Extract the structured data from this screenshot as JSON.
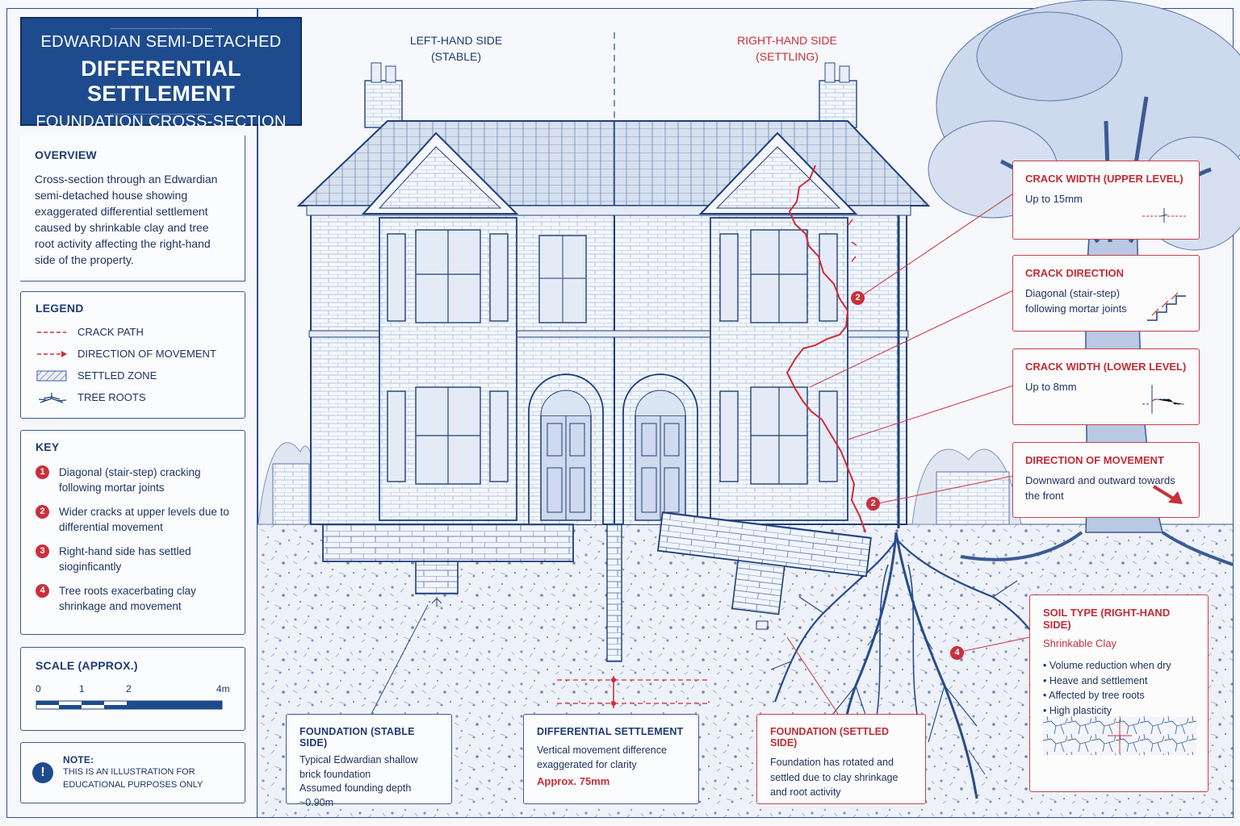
{
  "title": {
    "line1": "EDWARDIAN SEMI-DETACHED",
    "line2": "DIFFERENTIAL SETTLEMENT",
    "line3": "FOUNDATION CROSS-SECTION"
  },
  "overview": {
    "heading": "OVERVIEW",
    "text": "Cross-section through an Edwardian semi-detached house showing exaggerated differential settlement caused by shrinkable clay and tree root activity affecting the right-hand side of the property."
  },
  "legend": {
    "heading": "LEGEND",
    "items": [
      {
        "label": "CRACK PATH",
        "icon": "dashed-line-icon"
      },
      {
        "label": "DIRECTION OF MOVEMENT",
        "icon": "arrow-right-icon"
      },
      {
        "label": "SETTLED ZONE",
        "icon": "hatch-icon"
      },
      {
        "label": "TREE ROOTS",
        "icon": "roots-icon"
      }
    ]
  },
  "key": {
    "heading": "KEY",
    "items": [
      {
        "num": "1",
        "text": "Diagonal (stair-step) cracking following mortar joints"
      },
      {
        "num": "2",
        "text": "Wider cracks at upper levels due to differential movement"
      },
      {
        "num": "3",
        "text": "Right-hand side has settled sioginficantly"
      },
      {
        "num": "4",
        "text": "Tree roots exacerbating clay shrinkage and movement"
      }
    ]
  },
  "scale": {
    "heading": "SCALE (APPROX.)",
    "ticks": [
      "0",
      "1",
      "2",
      "4m"
    ]
  },
  "note": {
    "heading": "NOTE:",
    "text": "THIS IS AN ILLUSTRATION FOR EDUCATIONAL PURPOSES ONLY",
    "icon": "exclamation-icon"
  },
  "sides": {
    "left": {
      "line1": "LEFT-HAND SIDE",
      "line2": "(STABLE)"
    },
    "right": {
      "line1": "RIGHT-HAND SIDE",
      "line2": "(SETTLING)"
    }
  },
  "callouts": {
    "crack_upper": {
      "heading": "CRACK WIDTH (UPPER LEVEL)",
      "text": "Up to 15mm"
    },
    "crack_direction": {
      "heading": "CRACK DIRECTION",
      "text": "Diagonal (stair-step) following mortar joints"
    },
    "crack_lower": {
      "heading": "CRACK WIDTH (LOWER LEVEL)",
      "text": "Up to 8mm"
    },
    "movement": {
      "heading": "DIRECTION OF MOVEMENT",
      "text": "Downward and outward towards the front"
    },
    "soil": {
      "heading": "SOIL TYPE (RIGHT-HAND SIDE)",
      "subheading": "Shrinkable Clay",
      "bullets": [
        "Volume reduction when dry",
        "Heave and settlement",
        "Affected by tree roots",
        "High plasticity"
      ]
    },
    "foundation_stable": {
      "heading": "FOUNDATION (STABLE SIDE)",
      "text": "Typical Edwardian shallow brick foundation",
      "depth": "Assumed founding depth ~0.90m"
    },
    "differential": {
      "heading": "DIFFERENTIAL SETTLEMENT",
      "text": "Vertical movement difference exaggerated for clarity",
      "value": "Approx. 75mm"
    },
    "foundation_settled": {
      "heading": "FOUNDATION (SETTLED SIDE)",
      "text": "Foundation has rotated and settled due to clay shrinkage and root activity"
    }
  },
  "markers": [
    {
      "num": "2"
    },
    {
      "num": "2"
    },
    {
      "num": "4"
    }
  ],
  "colors": {
    "navy": "#1e4b8e",
    "crack_red": "#c9303a",
    "line_blue": "#3a5b97"
  }
}
